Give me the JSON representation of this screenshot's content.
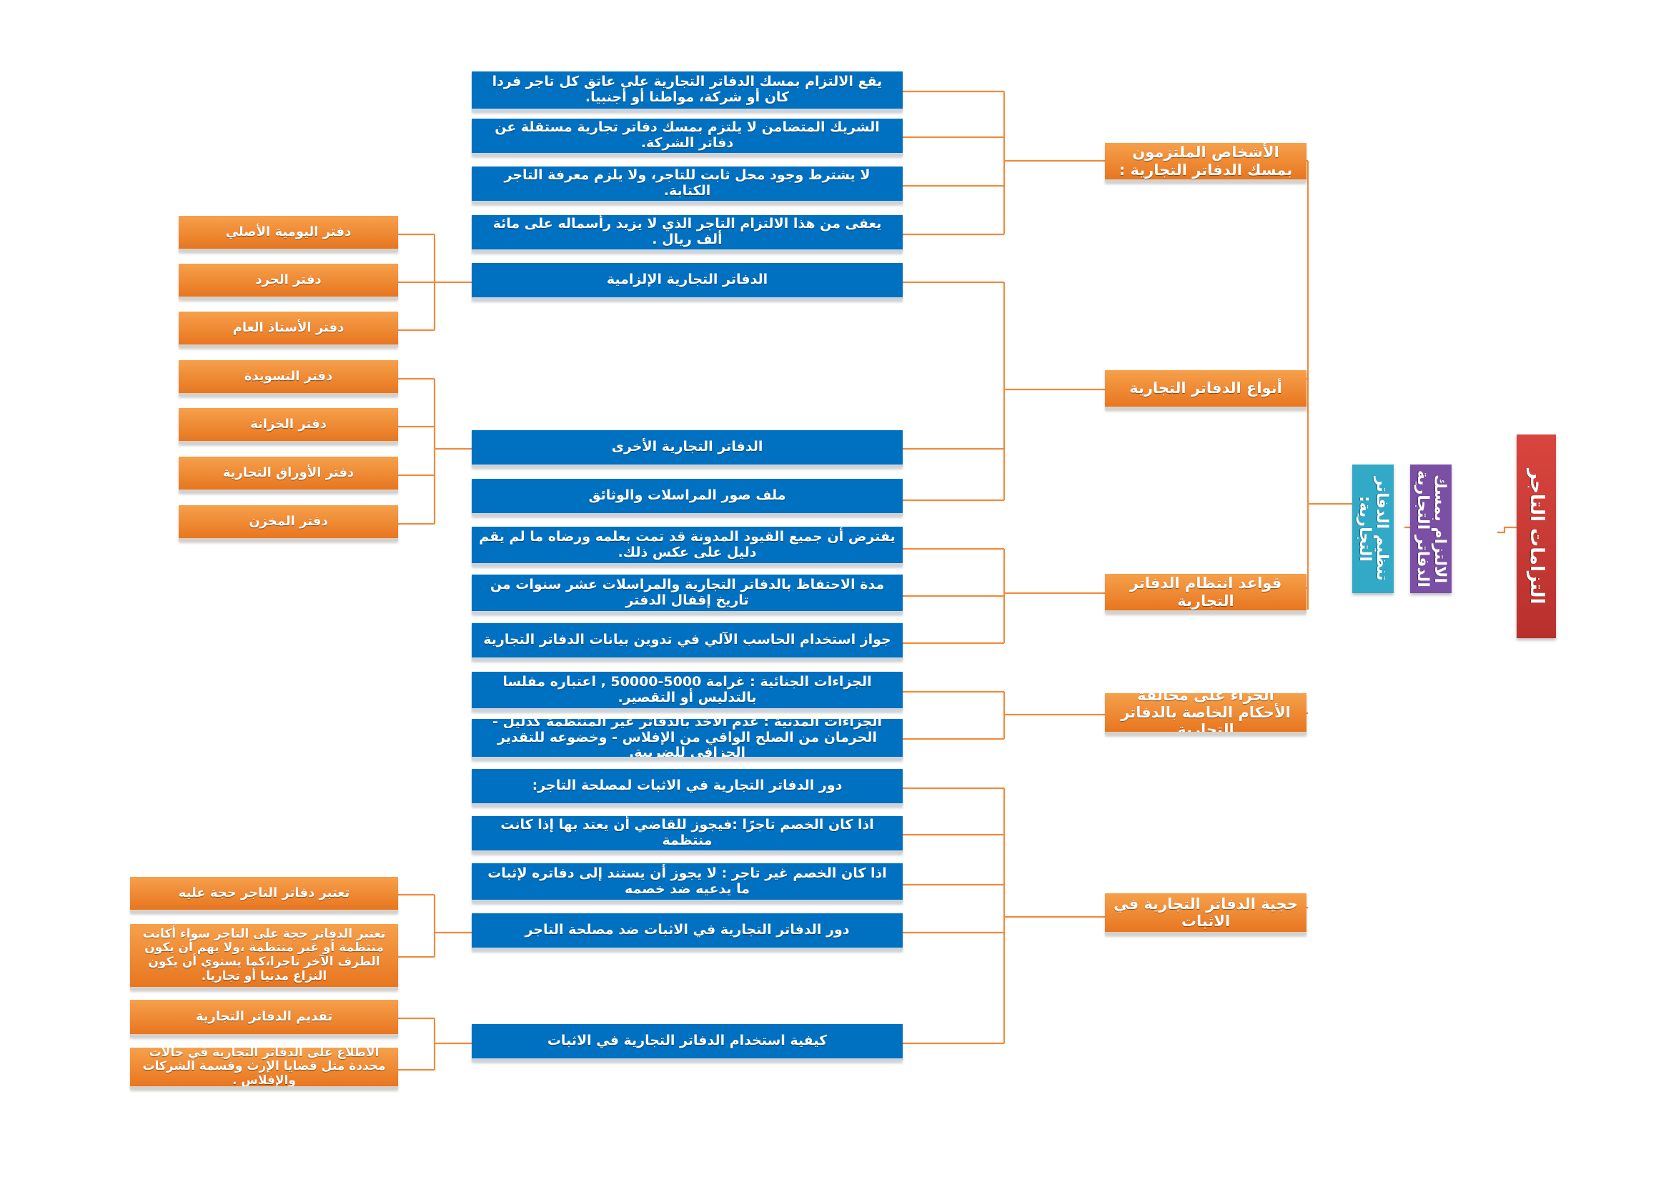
{
  "colors": {
    "connector": "#f08a3c",
    "blue": "#0070c0",
    "orange": "#ee8632",
    "red": "#c0392b",
    "purple": "#7b4fa3",
    "teal": "#32a9c6"
  },
  "root": {
    "title": "التزامات التاجر"
  },
  "level1": {
    "obligation": "الالتزام بمسك الدفاتر التجارية",
    "organization": "تنظيم الدفاتر التجارية:"
  },
  "categories": {
    "persons": "الأشخاص الملتزمون بمسك الدفاتر التجارية :",
    "types": "أنواع الدفاتر التجارية",
    "rules": "قواعد انتظام الدفاتر التجارية",
    "penalty": "الجزاء على مخالفة الأحكام الخاصة بالدفاتر التجارية",
    "evidence": "حجية الدفاتر التجارية في الاثبات"
  },
  "items": {
    "p1": "يقع الالتزام بمسك الدفاتر التجارية على عاتق كل تاجر فردا كان أو شركة، مواطنا أو أجنبيا.",
    "p2": "الشريك المتضامن لا يلتزم بمسك دفاتر تجارية مستقلة عن دفاتر الشركة.",
    "p3": "لا يشترط وجود محل ثابت للتاجر، ولا يلزم معرفة التاجر الكتابة.",
    "p4": "يعفى من هذا الالتزام التاجر الذي لا يزيد رأسماله على مائة ألف ريال .",
    "t1": "الدفاتر التجارية الإلزامية",
    "t2": "الدفاتر التجارية الأخرى",
    "t3": "ملف صور المراسلات والوثائق",
    "r1": "يفترض أن جميع القيود المدونة قد تمت بعلمه ورضاه ما لم يقم دليل على عكس ذلك.",
    "r2": "مدة الاحتفاظ بالدفاتر التجارية والمراسلات عشر سنوات من تاريخ إقفال الدفتر",
    "r3": "جواز استخدام الحاسب الآلي في تدوين بيانات الدفاتر التجارية",
    "j1": "الجزاءات الجنائية : غرامة 5000-50000 , اعتباره مفلسا بالتدليس أو التقصير.",
    "j2": "الجزاءات المدنية : عدم الأخذ بالدفاتر غير المنتظمة كدليل - الحرمان من الصلح الواقي من الإفلاس - وخضوعه للتقدير الجزافي للضريبة.",
    "e1": "دور الدفاتر التجارية في الاثبات لمصلحة التاجر:",
    "e2": "اذا كان الخصم تاجرًا :فيجوز للقاضي أن يعتد بها إذا كانت منتظمة",
    "e3": "اذا كان الخصم غير تاجر : لا يجوز أن يستند إلى دفاتره لإثبات ما يدعيه ضد خصمه",
    "e4": "دور الدفاتر التجارية في الاثبات ضد مصلحة التاجر",
    "e5": "كيفية استخدام الدفاتر التجارية في الاثبات"
  },
  "leaves": {
    "m1": "دفتر اليومية الأصلي",
    "m2": "دفتر الجرد",
    "m3": "دفتر الأستاذ العام",
    "o1": "دفتر التسويدة",
    "o2": "دفتر الخزانة",
    "o3": "دفتر الأوراق التجارية",
    "o4": "دفتر المخزن",
    "a1": "تعتبر دفاتر التاجر حجة عليه",
    "a2": "تعتبر الدفاتر حجة على التاجر سواء أكانت منتظمة أو غير منتظمة ،ولا يهم أن يكون الطرف الآخر تاجرا،كما يستوي أن يكون النزاع مدنيا أو تجاريا.",
    "u1": "تقديم الدفاتر التجارية",
    "u2": "الاطلاع على الدفاتر التجارية في حالات محددة مثل قضايا الإرث وقسمة الشركات والإفلاس ."
  }
}
